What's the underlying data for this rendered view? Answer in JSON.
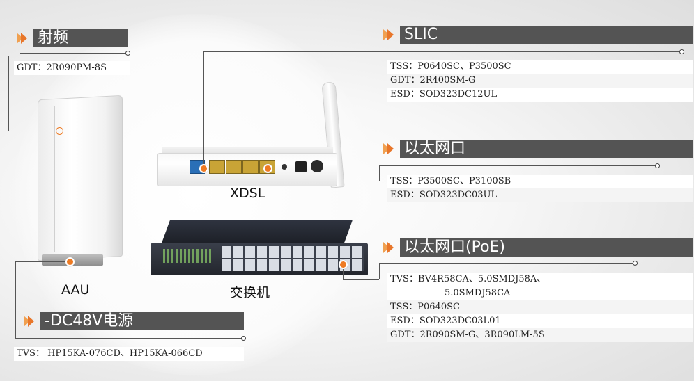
{
  "sections": {
    "rf": {
      "title": "射频",
      "rows": [
        "GDT：2R090PM-8S"
      ]
    },
    "slic": {
      "title": "SLIC",
      "rows": [
        "TSS：P0640SC、P3500SC",
        "GDT：2R400SM-G",
        "ESD：SOD323DC12UL"
      ]
    },
    "ethernet": {
      "title": "以太网口",
      "rows": [
        "TSS：P3500SC、P3100SB",
        "ESD：SOD323DC03UL"
      ]
    },
    "poe": {
      "title": "以太网口(PoE)",
      "rows": [
        "TVS：BV4R58CA、5.0SMDJ58A、",
        "5.0SMDJ58CA",
        "TSS：P0640SC",
        "ESD：SOD323DC03L01",
        "GDT：2R090SM-G、3R090LM-5S"
      ]
    },
    "dc48v": {
      "title": "-DC48V电源",
      "rows": [
        "TVS： HP15KA-076CD、HP15KA-066CD"
      ]
    }
  },
  "devices": {
    "aau": "AAU",
    "xdsl": "XDSL",
    "switch": "交换机"
  },
  "colors": {
    "bar": "#545454",
    "accent": "#ee7a22",
    "arrow_light": "#f0a050"
  }
}
